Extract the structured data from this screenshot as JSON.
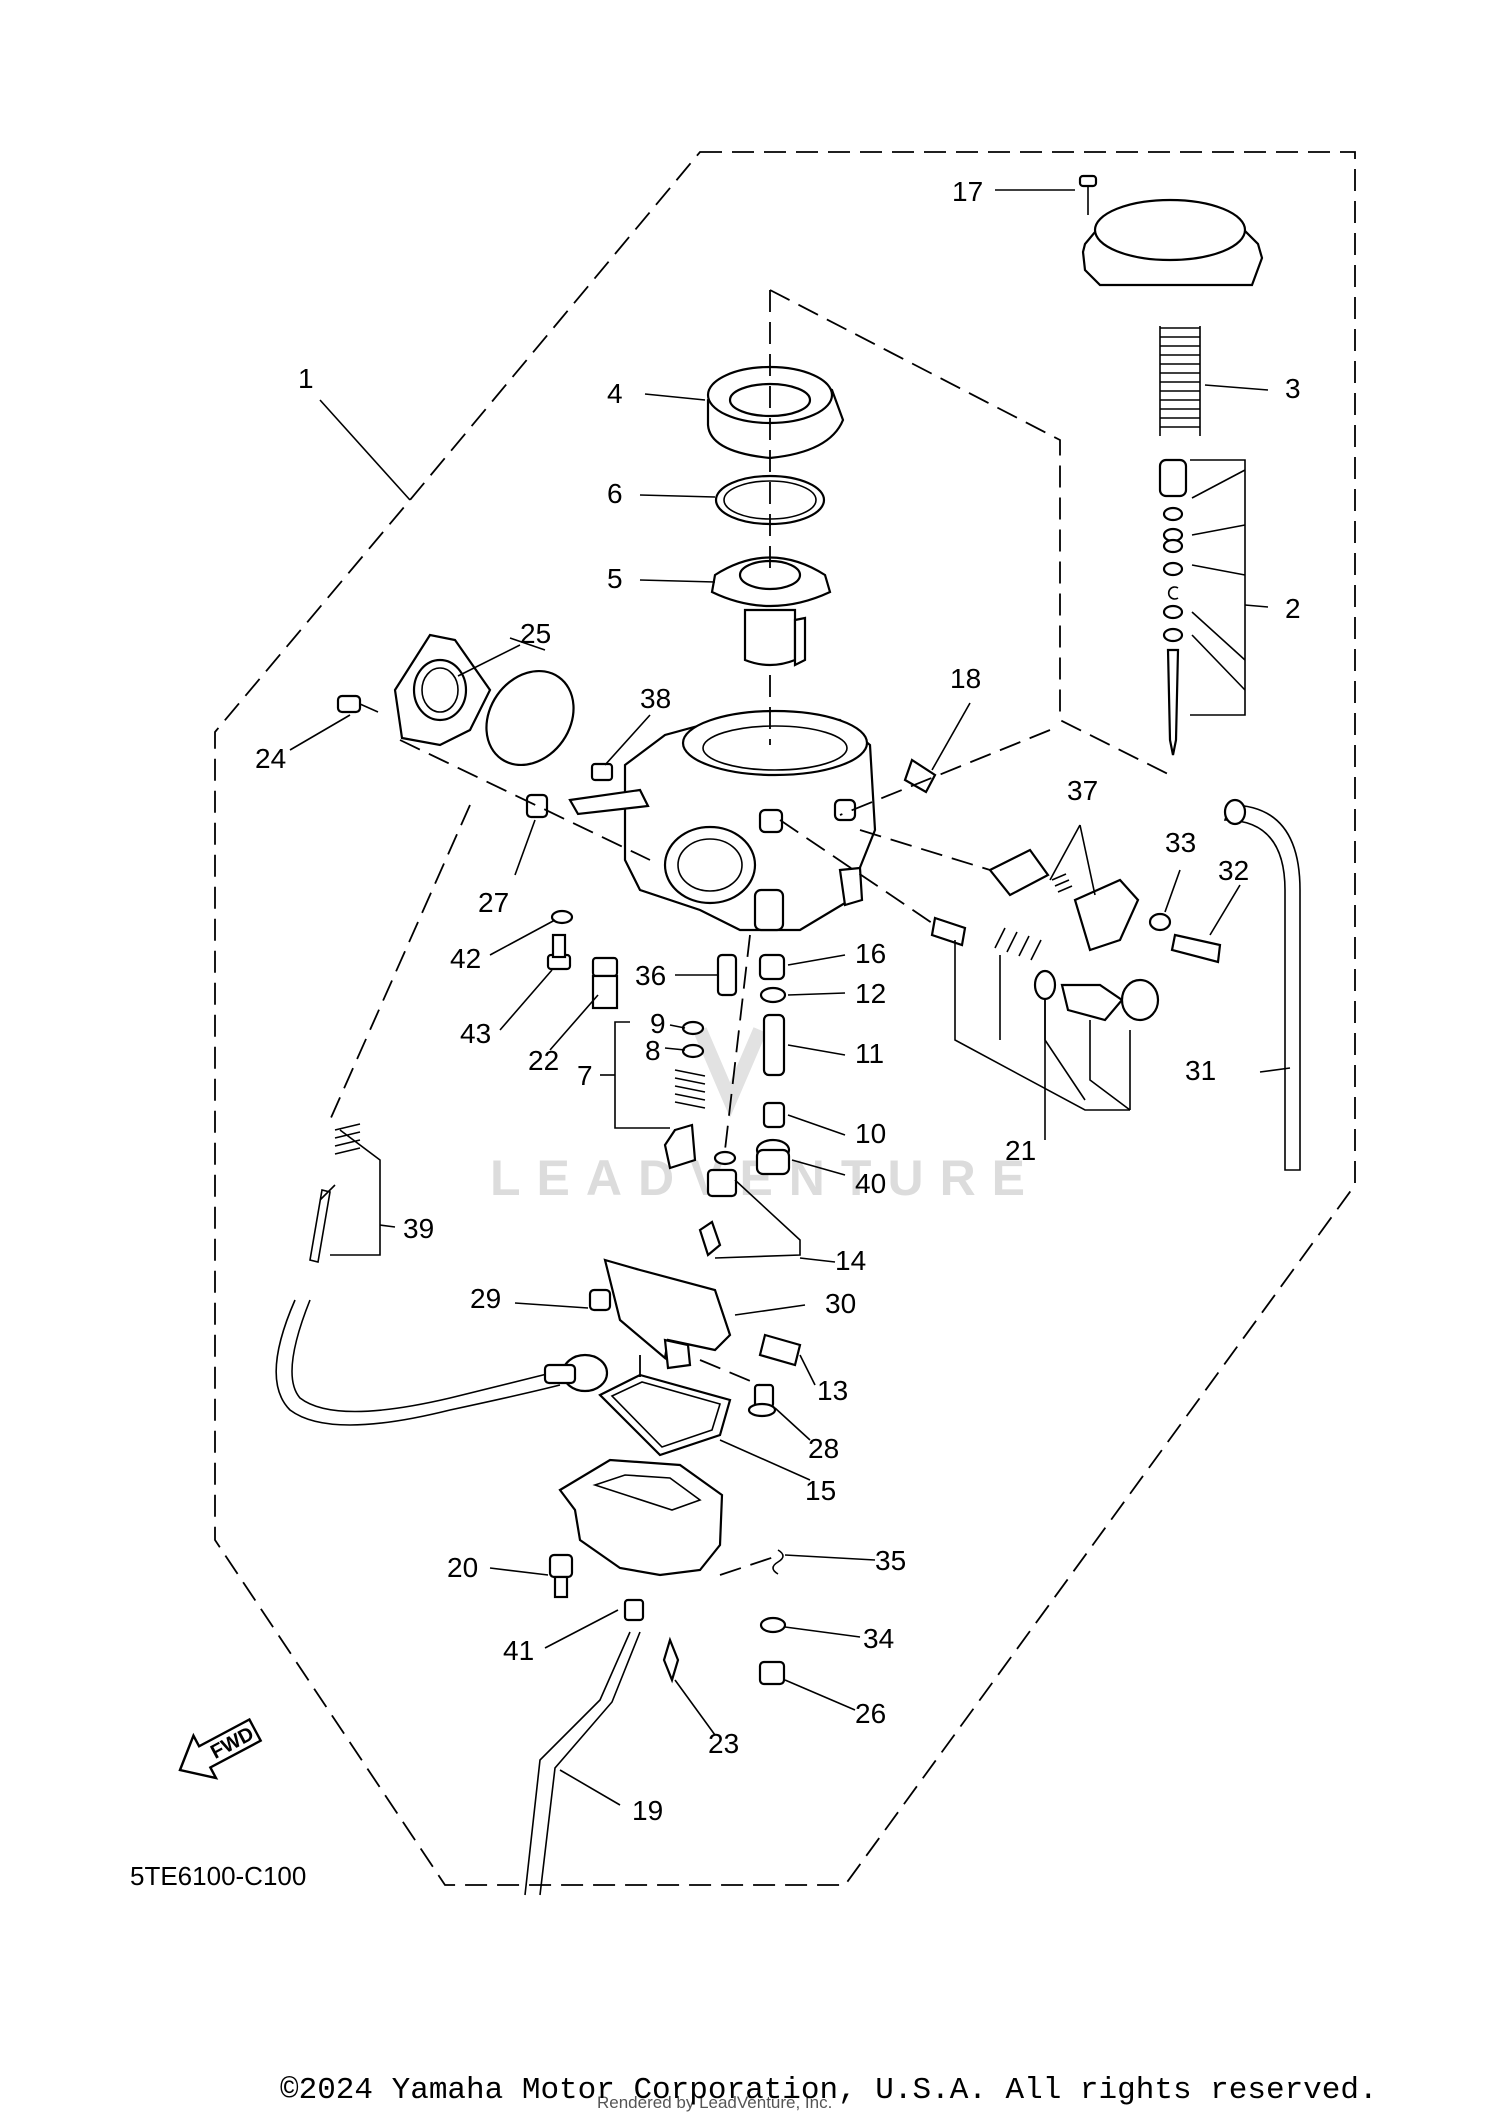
{
  "diagram": {
    "drawing_code": "5TE6100-C100",
    "watermark": "LEADVENTURE",
    "fwd_label": "FWD",
    "callouts": [
      "1",
      "2",
      "3",
      "4",
      "5",
      "6",
      "7",
      "8",
      "9",
      "10",
      "11",
      "12",
      "13",
      "14",
      "15",
      "16",
      "17",
      "18",
      "19",
      "20",
      "21",
      "22",
      "23",
      "24",
      "25",
      "26",
      "27",
      "28",
      "29",
      "30",
      "31",
      "32",
      "33",
      "34",
      "35",
      "36",
      "37",
      "38",
      "39",
      "40",
      "41",
      "42",
      "43"
    ]
  },
  "footer": {
    "copyright": "©2024 Yamaha Motor Corporation, U.S.A. All rights reserved.",
    "rendered_by": "Rendered by LeadVenture, Inc."
  }
}
